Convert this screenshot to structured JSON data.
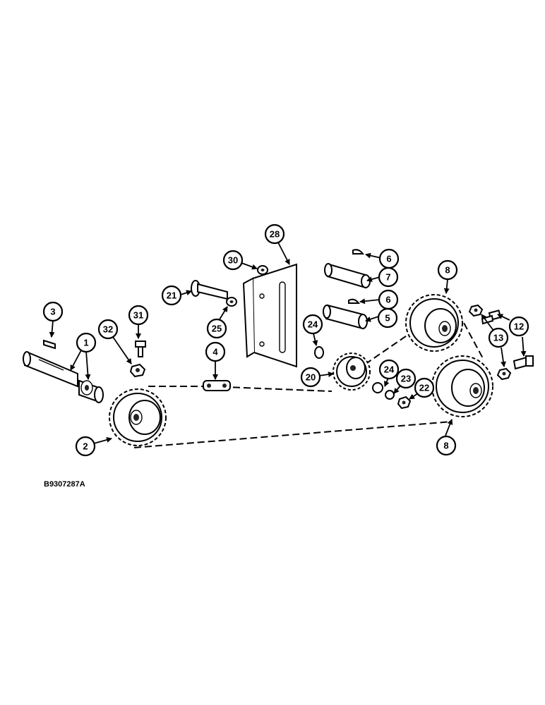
{
  "drawing": {
    "reference_code": "B9307287A"
  },
  "callouts": {
    "c1": "1",
    "c2": "2",
    "c3": "3",
    "c4": "4",
    "c5": "5",
    "c6a": "6",
    "c6b": "6",
    "c7": "7",
    "c8a": "8",
    "c8b": "8",
    "c12": "12",
    "c13": "13",
    "c20": "20",
    "c21": "21",
    "c22": "22",
    "c23": "23",
    "c24a": "24",
    "c24b": "24",
    "c25": "25",
    "c28": "28",
    "c30": "30",
    "c31": "31",
    "c32": "32"
  }
}
